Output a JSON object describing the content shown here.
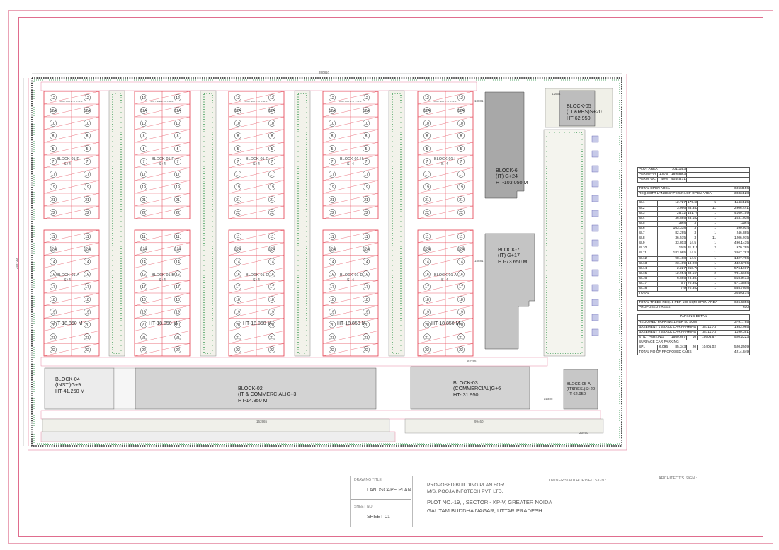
{
  "title_block": {
    "drawing_title_caption": "DRAWING TITLE",
    "drawing_title": "LANDSCAPE PLAN",
    "sheet_no_caption": "SHEET NO",
    "sheet_no": "SHEET 01",
    "project_lines": [
      "PROPOSED BUILDING PLAN FOR",
      "M/S. POOJA INFOTECH PVT. LTD.",
      "PLOT NO.-19, , SECTOR - KP-V, GREATER NOIDA",
      "GAUTAM BUDDHA NAGAR, UTTAR PRADESH"
    ],
    "owner_sign": "OWNER'S/AUTHORISED SIGN :",
    "architect_sign": "ARCHITECT'S SIGN :"
  },
  "dimensions": {
    "top_overall": "390810",
    "left_overall": "258730",
    "south_bottom": "163965",
    "bottom_right_a": "99460",
    "bottom_right_b": "23460",
    "mid_right": "22300",
    "mid_road": "62295",
    "top_right_a": "12964",
    "top_right_b": "18881",
    "mid_right_b": "18881"
  },
  "blocks": {
    "b4": {
      "name": "BLOCK-04",
      "use": "(INST.)G+9",
      "height": "HT-41.250 M"
    },
    "b2": {
      "name": "BLOCK-02",
      "use": "(IT & COMMERCIAL)G+3",
      "height": "HT-14.850 M"
    },
    "b3": {
      "name": "BLOCK-03",
      "use": "(COMMERCIAL)G+6",
      "height": "HT- 31.950"
    },
    "b6": {
      "name": "BLOCK-6",
      "use": "(IT) G+24",
      "height": "HT-103.050 M"
    },
    "b7": {
      "name": "BLOCK-7",
      "use": "(IT) G+17",
      "height": "HT-73.650 M"
    },
    "b5": {
      "name": "BLOCK-05",
      "use": "(IT &RES)S+20",
      "height": "HT-62.950"
    },
    "b5a": {
      "name": "BLOCK-05-A",
      "use": "(IT&RES.)S+20",
      "height": "HT-62.950"
    }
  },
  "plot_blocks": {
    "top_labels": [
      "BLOCK-01-E",
      "BLOCK-01-F",
      "BLOCK-01-G",
      "BLOCK-01-H",
      "BLOCK-01-I"
    ],
    "top_sub": "S+4",
    "bottom_labels": [
      "BLOCK-01-A",
      "BLOCK-01-B",
      "BLOCK-01-C",
      "BLOCK-01-D",
      "BLOCK-01-A"
    ],
    "bottom_sub": "S+4",
    "bottom_height": "HT-18.850 M",
    "plot_size": "PLOT SIZE 37'-6\" X 40'-0\"",
    "top_numbers": [
      "12",
      "12A",
      "10",
      "8",
      "5",
      "7",
      "17",
      "19",
      "21",
      "22"
    ],
    "bottom_numbers": [
      "11",
      "12A",
      "14",
      "16",
      "17",
      "18",
      "19",
      "20",
      "21",
      "22"
    ]
  },
  "table": {
    "plot_area": {
      "label": "PLOT AREA",
      "value": "101114.3"
    },
    "perm_far": {
      "label": "PERM FAR",
      "pct": "1.875",
      "value": "189589.3"
    },
    "perm_gc": {
      "label": "PERM. GC",
      "pct": "40%",
      "value": "40445.71"
    },
    "total_open": {
      "label": "TOTAL OPEN AREA",
      "value": "60668.56"
    },
    "req_soft": {
      "label": "REQ.SOFT LANDSCAPE 50% OF OPEN AREA",
      "value": "30334.28"
    },
    "sl_rows": [
      [
        "SL1",
        "12.727",
        "179.685",
        "5",
        "11434.25"
      ],
      [
        "SL2",
        "3.096",
        "85.343",
        "11",
        "2906.441"
      ],
      [
        "SL3",
        "25.72",
        "161.748",
        "1",
        "4160.159"
      ],
      [
        "SL4",
        "36.585",
        "28.182",
        "1",
        "1031.038"
      ],
      [
        "SL5",
        "39.8",
        "3",
        "1",
        "119.4"
      ],
      [
        "SL6",
        "163.338",
        "3",
        "1",
        "490.014"
      ],
      [
        "SL7",
        "82.295",
        "3",
        "1",
        "246.885"
      ],
      [
        "SL8",
        "36.575",
        "3",
        "11",
        "1206.975"
      ],
      [
        "SL9",
        "33.803",
        "14.5",
        "1",
        "490.1435"
      ],
      [
        "SL10",
        "15.5",
        "31.315",
        "2",
        "970.765"
      ],
      [
        "SL11",
        "183.985",
        "14.5",
        "1",
        "2667.783"
      ],
      [
        "SL12",
        "98.468",
        "14.5",
        "1",
        "1427.786"
      ],
      [
        "SL13",
        "23.409",
        "18.906",
        "1",
        "442.5706"
      ],
      [
        "SL14",
        "2.227",
        "258.73",
        "1",
        "576.1917"
      ],
      [
        "SL15",
        "12.954",
        "30.167",
        "2",
        "781.5666"
      ],
      [
        "SL16",
        "6.585",
        "78.351",
        "1",
        "515.9413"
      ],
      [
        "SL17",
        "6.7",
        "70.352",
        "1",
        "471.3584"
      ],
      [
        "SL18",
        "7.9",
        "70.352",
        "1",
        "555.7808"
      ]
    ],
    "total": {
      "label": "TOTAL",
      "value": "30493.74"
    },
    "trees_req": {
      "label": "TOTAL TREES REQ. 1 PER 100 SQM OPEN AREA",
      "value": "606.6856"
    },
    "trees_prop": {
      "label": "PROPOSED TREES",
      "value": "610"
    },
    "parking_head": "PARKING DETAIL",
    "req_parking": {
      "label": "REQUIRED PARKING 1 PER 50 SQM",
      "value": "3791.785"
    },
    "basement1": {
      "label": "BASEMENT 1 STACK CAR PARKING",
      "a": "35711.73",
      "value": "1983.985"
    },
    "basement2": {
      "label": "BASEMENT 2 STACK CAR PARKING",
      "a": "35711.73",
      "value": "1190.391"
    },
    "stilt": {
      "label": "STILT PARKING",
      "a": "1560.667",
      "b": "10",
      "c": "15606.67",
      "value": "520.2223"
    },
    "surface": {
      "label": "SURFACE CAR PARKING"
    },
    "sp1": {
      "label": "SP1",
      "a": "6.096",
      "b": "85.343",
      "c": "20",
      "d": "10405.02",
      "value": "520.2509"
    },
    "total_cars": {
      "label": "TOTAL NO OF PROPOSED CARS",
      "value": "4214.849"
    }
  }
}
